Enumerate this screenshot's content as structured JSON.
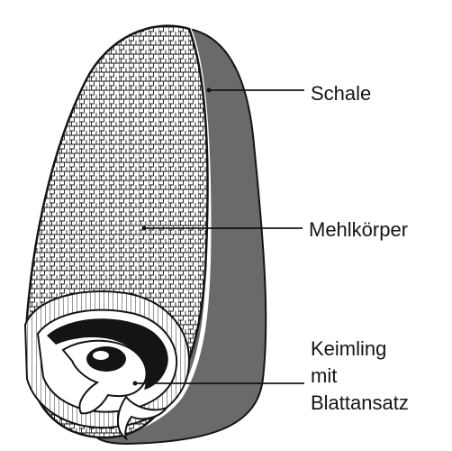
{
  "labels": {
    "schale": "Schale",
    "mehlkoerper": "Mehlkörper",
    "keimling": {
      "line1": "Keimling",
      "line2": "mit",
      "line3": "Blattansatz"
    }
  },
  "colors": {
    "ink": "#141414",
    "shell_shade": "#6a6a6a",
    "background": "#ffffff"
  }
}
